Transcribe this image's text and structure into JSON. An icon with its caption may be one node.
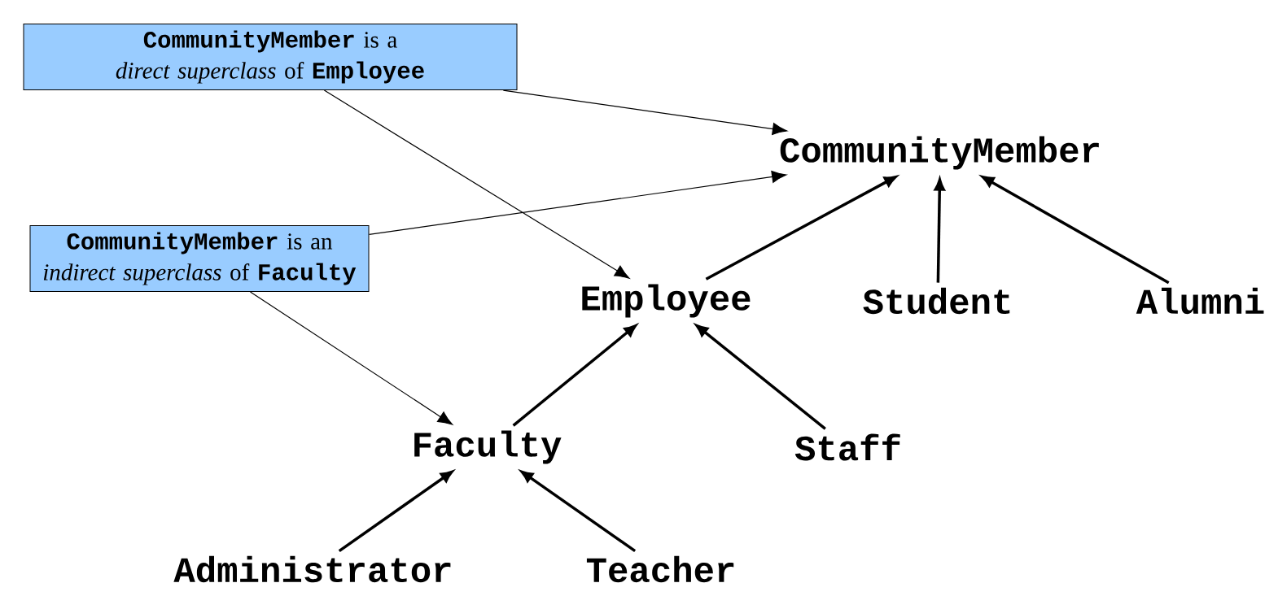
{
  "diagram": {
    "nodes": [
      {
        "text": [
          "**CommunityMember** is a *direct superclass* of **Employee**"
        ]
      },
      {
        "text": [
          "**CommunityMember** is an *indirect superclass* of **Faculty**"
        ]
      },
      {
        "text": [
          "CommunityMember"
        ]
      },
      {
        "text": [
          "Employee"
        ]
      },
      {
        "text": [
          "Student"
        ]
      },
      {
        "text": [
          "Alumni"
        ]
      },
      {
        "text": [
          "Faculty"
        ]
      },
      {
        "text": [
          "Staff"
        ]
      },
      {
        "text": [
          "Administrator"
        ]
      },
      {
        "text": [
          "Teacher"
        ]
      }
    ],
    "edges": [
      {
        "from": 0,
        "to": 2,
        "arrow": "to"
      },
      {
        "from": 0,
        "to": 3,
        "arrow": "to"
      },
      {
        "from": 1,
        "to": 2,
        "arrow": "to"
      },
      {
        "from": 1,
        "to": 6,
        "arrow": "to"
      },
      {
        "from": 3,
        "to": 2,
        "arrow": "to"
      },
      {
        "from": 4,
        "to": 2,
        "arrow": "to"
      },
      {
        "from": 5,
        "to": 2,
        "arrow": "to"
      },
      {
        "from": 6,
        "to": 3,
        "arrow": "to"
      },
      {
        "from": 7,
        "to": 3,
        "arrow": "to"
      },
      {
        "from": 8,
        "to": 6,
        "arrow": "to"
      },
      {
        "from": 9,
        "to": 6,
        "arrow": "to"
      }
    ]
  }
}
